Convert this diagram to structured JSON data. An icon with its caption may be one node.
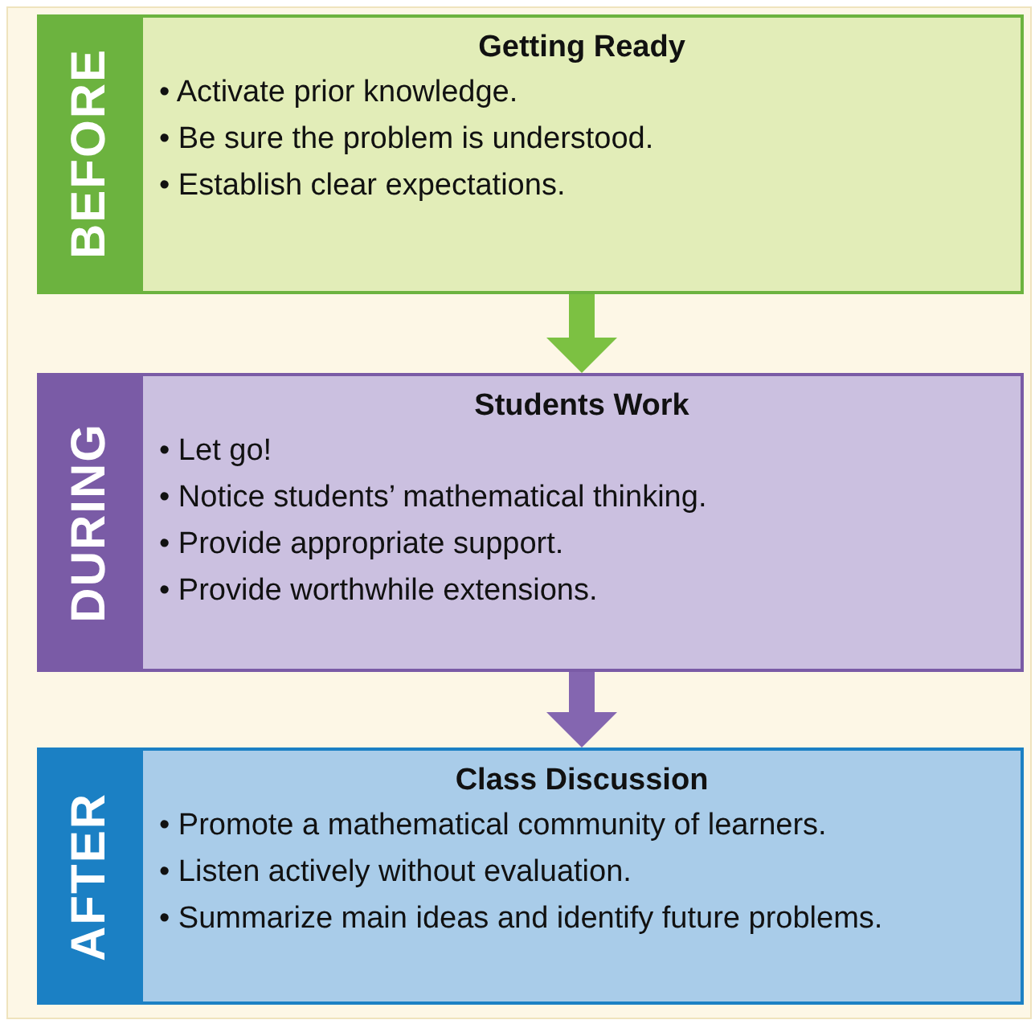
{
  "diagram": {
    "nodes": [
      {
        "text": [
          "BEFORE",
          "Getting Ready",
          "• Activate prior knowledge.",
          "• Be sure the problem is understood.",
          "• Establish clear expectations."
        ]
      },
      {
        "text": [
          "DURING",
          "Students Work",
          "• Let go!",
          "• Notice students’ mathematical thinking.",
          "• Provide appropriate support.",
          "• Provide worthwhile extensions."
        ]
      },
      {
        "text": [
          "AFTER",
          "Class Discussion",
          "• Promote a mathematical community of learners.",
          "• Listen actively without evaluation.",
          "• Summarize main ideas and identify future problems."
        ]
      }
    ],
    "edges": [
      {
        "from": 0,
        "to": 1,
        "arrow": "to",
        "color": "#7cc142"
      },
      {
        "from": 1,
        "to": 2,
        "arrow": "to",
        "color": "#8466b0"
      }
    ]
  }
}
